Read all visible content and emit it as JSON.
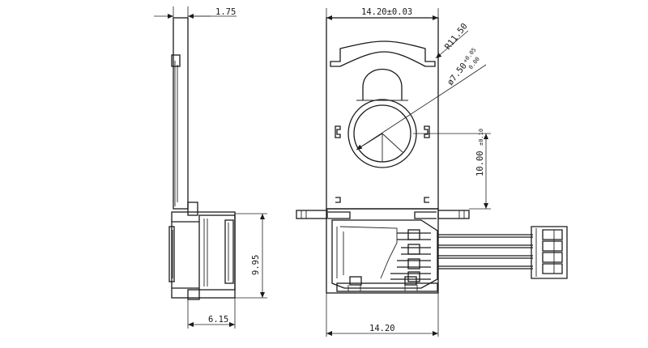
{
  "dimensions": {
    "side_thickness": "1.75",
    "side_depth": "6.15",
    "side_height": "9.95",
    "front_top_width": "14.20±0.03",
    "front_bottom_width": "14.20",
    "corner_radius": "R11.50",
    "hole_diameter_main": "ø7.50",
    "hole_tol_upper": "+0.05",
    "hole_tol_lower": "0.00",
    "center_offset": "10.00",
    "center_offset_tol": "±0.10"
  },
  "colors": {
    "line": "#1a1a1a",
    "background": "#ffffff"
  }
}
